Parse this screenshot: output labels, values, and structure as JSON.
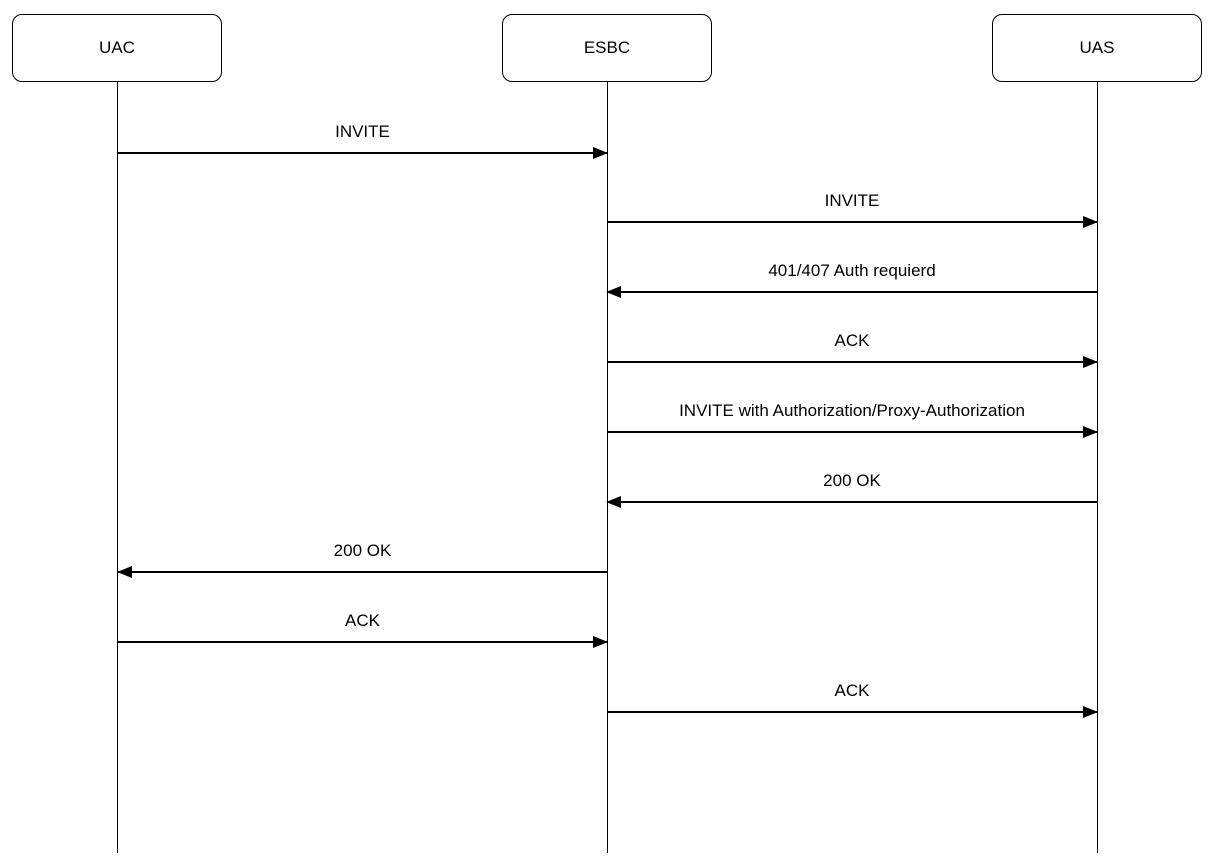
{
  "diagram_type": "sequence-diagram",
  "colors": {
    "stroke": "#000000",
    "text": "#000000",
    "background": "#ffffff"
  },
  "actors": [
    {
      "id": "uac",
      "label": "UAC"
    },
    {
      "id": "esbc",
      "label": "ESBC"
    },
    {
      "id": "uas",
      "label": "UAS"
    }
  ],
  "messages": [
    {
      "label": "INVITE",
      "from": "UAC",
      "to": "ESBC",
      "direction": "right"
    },
    {
      "label": "INVITE",
      "from": "ESBC",
      "to": "UAS",
      "direction": "right"
    },
    {
      "label": "401/407 Auth requierd",
      "from": "UAS",
      "to": "ESBC",
      "direction": "left"
    },
    {
      "label": "ACK",
      "from": "ESBC",
      "to": "UAS",
      "direction": "right"
    },
    {
      "label": "INVITE with Authorization/Proxy-Authorization",
      "from": "ESBC",
      "to": "UAS",
      "direction": "right"
    },
    {
      "label": "200 OK",
      "from": "UAS",
      "to": "ESBC",
      "direction": "left"
    },
    {
      "label": "200 OK",
      "from": "ESBC",
      "to": "UAC",
      "direction": "left"
    },
    {
      "label": "ACK",
      "from": "UAC",
      "to": "ESBC",
      "direction": "right"
    },
    {
      "label": "ACK",
      "from": "ESBC",
      "to": "UAS",
      "direction": "right"
    }
  ]
}
